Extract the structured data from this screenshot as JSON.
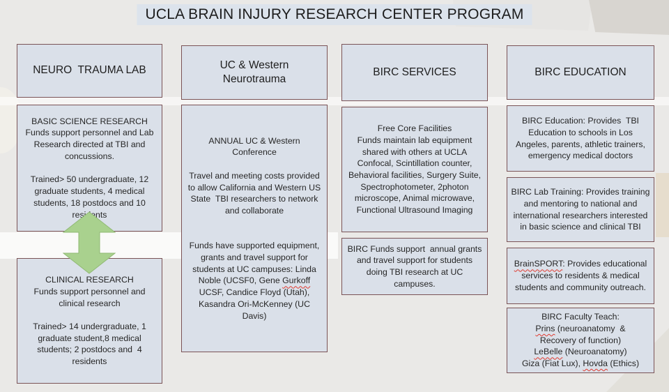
{
  "slide": {
    "title": "UCLA BRAIN INJURY RESEARCH CENTER PROGRAM",
    "spellcheck_words": [
      "Gurkoff",
      "BrainSPORT",
      "Prins",
      "LeBelle",
      "Hovda"
    ],
    "columns": [
      {
        "header": "NEURO  TRAUMA LAB",
        "boxes": [
          {
            "paragraphs": [
              "BASIC SCIENCE RESEARCH",
              "Funds support personnel and Lab Research directed at TBI and concussions.",
              "",
              "Trained> 50 undergraduate, 12 graduate students, 4 medical students, 18 postdocs and 10 residents"
            ]
          },
          {
            "paragraphs": [
              "CLINICAL RESEARCH",
              "Funds support personnel and clinical research",
              "",
              "Trained> 14 undergraduate, 1 graduate student,8 medical students; 2 postdocs and  4 residents"
            ]
          }
        ]
      },
      {
        "header": "UC & Western\nNeurotrauma",
        "boxes": [
          {
            "paragraphs": [
              "ANNUAL UC & Western Conference",
              "",
              "Travel and meeting costs provided to allow California and Western US State  TBI researchers to network and collaborate",
              "",
              "",
              "Funds have supported equipment, grants and travel support for students at UC campuses: Linda Noble (UCSF0, Gene Gurkoff UCSF, Candice Floyd (Utah), Kasandra Ori-McKenney (UC Davis)"
            ]
          }
        ]
      },
      {
        "header": "BIRC SERVICES",
        "boxes": [
          {
            "paragraphs": [
              "Free Core Facilities",
              "Funds maintain lab equipment shared with others at UCLA Confocal, Scintillation counter, Behavioral facilities, Surgery Suite, Spectrophotometer, 2photon microscope, Animal microwave,  Functional Ultrasound Imaging"
            ]
          },
          {
            "paragraphs": [
              "BIRC Funds support  annual grants  and travel support for students doing TBI research at UC campuses."
            ]
          }
        ]
      },
      {
        "header": "BIRC EDUCATION",
        "boxes": [
          {
            "paragraphs": [
              "BIRC Education: Provides  TBI Education to schools in Los Angeles, parents, athletic trainers, emergency medical doctors"
            ]
          },
          {
            "paragraphs": [
              "BIRC Lab Training: Provides training and mentoring to national and international researchers interested in basic science and clinical TBI"
            ]
          },
          {
            "paragraphs": [
              "BrainSPORT: Provides educational services to residents & medical students and community outreach."
            ]
          },
          {
            "paragraphs": [
              "BIRC Faculty Teach:",
              "Prins (neuroanatomy  &",
              "Recovery of function)",
              "LeBelle (Neuroanatomy)",
              "Giza (Fiat Lux), Hovda (Ethics)"
            ]
          }
        ]
      }
    ],
    "arrow": {
      "type": "up-down-arrow"
    },
    "colors": {
      "box_fill": "#dae0e9",
      "box_border": "#7a5356",
      "title_highlight": "#dce3ec",
      "arrow_fill": "#a9d18e",
      "arrow_stroke": "#90b974",
      "spellcheck_underline": "#e0392e",
      "background": "#eae9e7"
    }
  }
}
